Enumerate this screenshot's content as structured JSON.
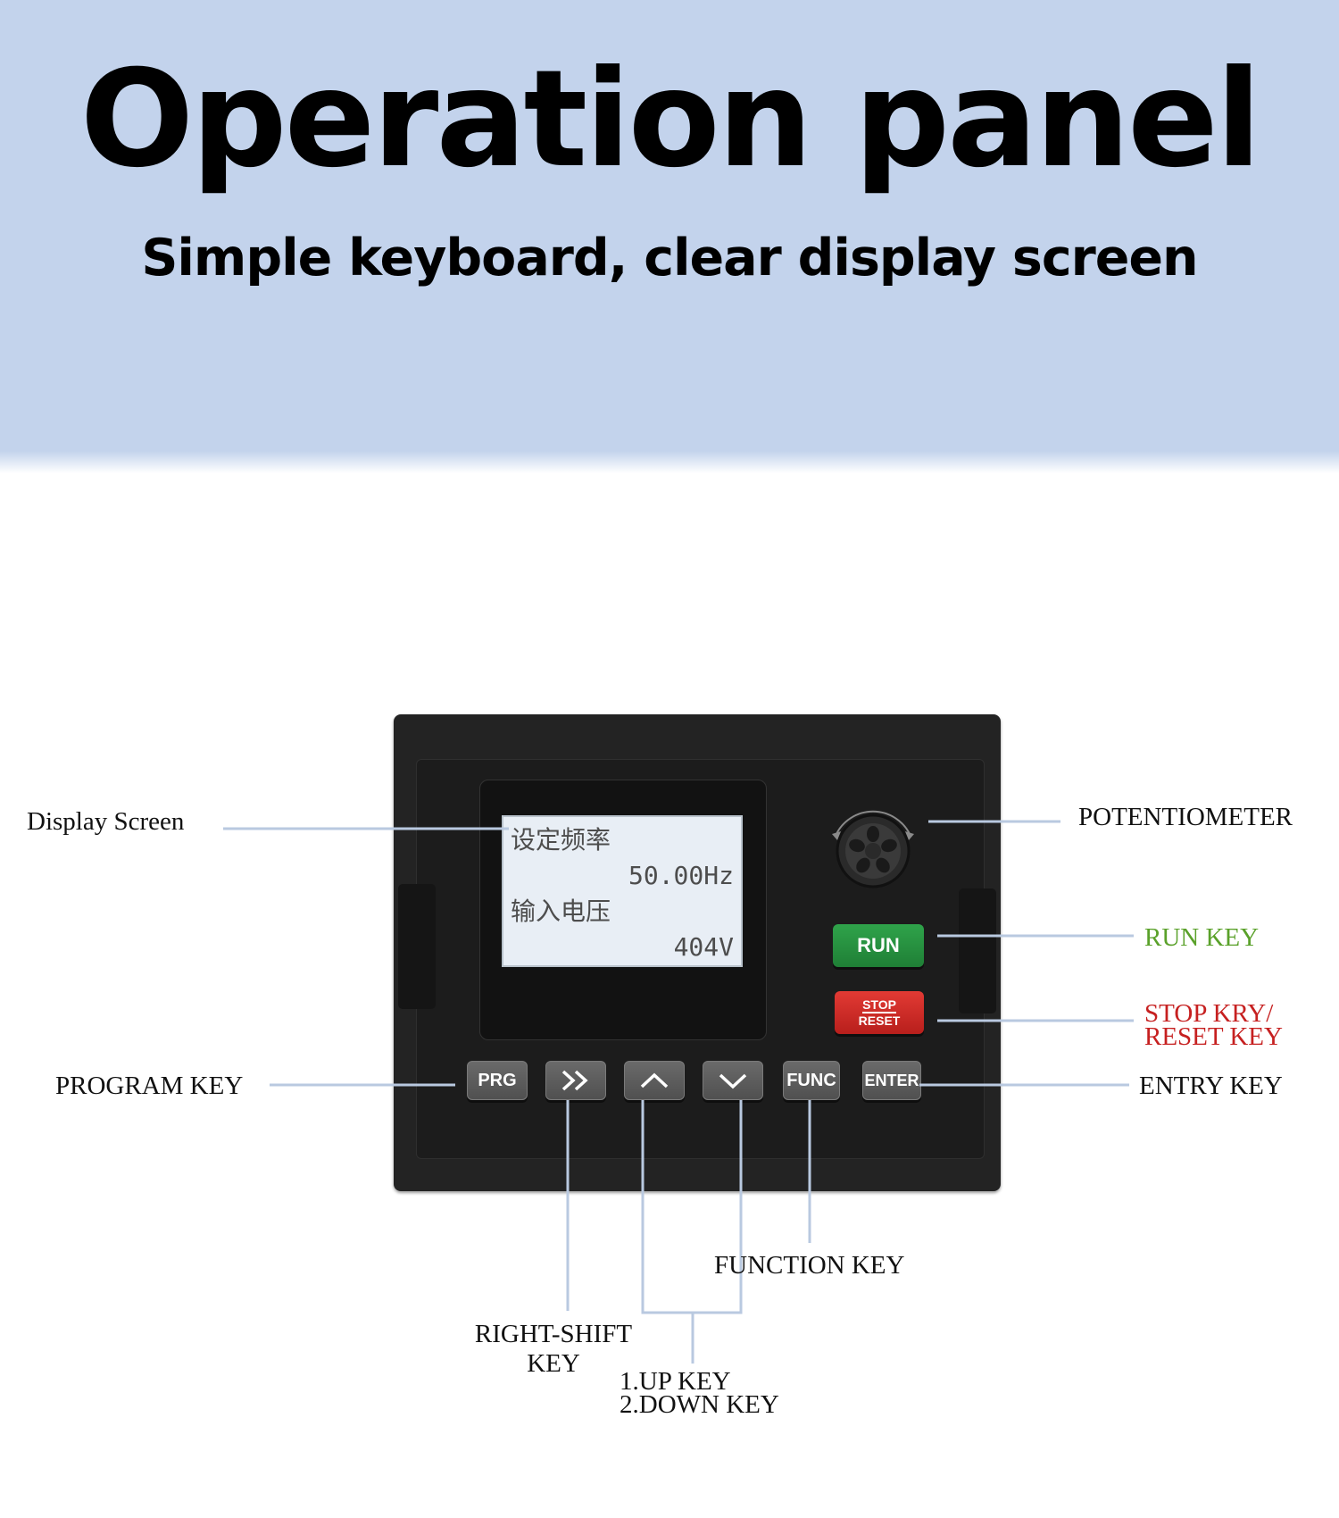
{
  "header": {
    "title": "Operation panel",
    "subtitle": "Simple keyboard, clear display screen"
  },
  "display": {
    "row1_label": "设定频率",
    "row1_value": "50.00Hz",
    "row2_label": "输入电压",
    "row2_value": "404V"
  },
  "keys": {
    "run": "RUN",
    "stop": "STOP",
    "reset": "RESET",
    "prg": "PRG",
    "func": "FUNC",
    "enter": "ENTER"
  },
  "callouts": {
    "display_screen": "Display Screen",
    "potentiometer": "POTENTIOMETER",
    "run_key": "RUN KEY",
    "stop_reset_line1": "STOP KRY/",
    "stop_reset_line2": "RESET KEY",
    "program_key": "PROGRAM KEY",
    "entry_key": "ENTRY KEY",
    "function_key": "FUNCTION KEY",
    "right_shift_line1": "RIGHT-SHIFT",
    "right_shift_line2": "KEY",
    "up_key": "1.UP KEY",
    "down_key": "2.DOWN KEY"
  },
  "colors": {
    "banner": "#c3d3ec",
    "callout_line": "#b9c9e0",
    "run_green": "#5aa12a",
    "stop_red": "#c62020"
  }
}
